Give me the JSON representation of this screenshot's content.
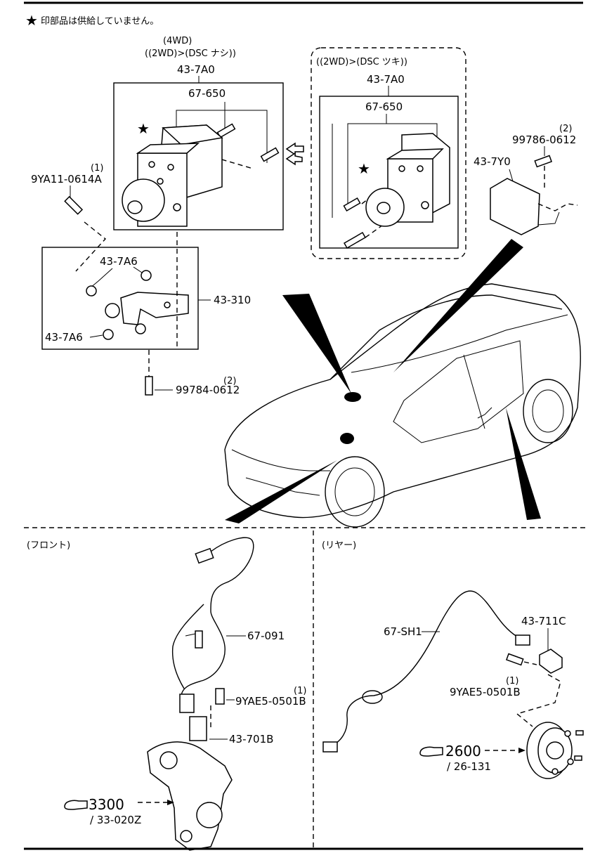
{
  "note": {
    "star": "★",
    "text": "印部品は供給していません。"
  },
  "abs_4wd": {
    "variant_1": "(4WD)",
    "variant_2": "((2WD)>(DSC ナシ))",
    "unit_part": "43-7A0",
    "stud_part": "67-650"
  },
  "abs_2wd_dsc": {
    "variant": "((2WD)>(DSC ツキ))",
    "unit_part": "43-7A0",
    "stud_part": "67-650"
  },
  "bolt_left": {
    "qty": "(1)",
    "part": "9YA11-0614A"
  },
  "bracket": {
    "grommet_top": "43-7A6",
    "grommet_bottom": "43-7A6",
    "bracket_part": "43-310",
    "bolt_qty": "(2)",
    "bolt_part": "99784-0612"
  },
  "yaw_sensor": {
    "part": "43-7Y0",
    "bolt_qty": "(2)",
    "bolt_part": "99786-0612"
  },
  "front": {
    "title": "(フロント)",
    "sensor_part": "67-091",
    "bolt_qty": "(1)",
    "bolt_part": "9YAE5-0501B",
    "bracket_part": "43-701B",
    "ref_num": "3300",
    "ref_sub": "/ 33-020Z"
  },
  "rear": {
    "title": "(リヤー)",
    "harness_part": "67-SH1",
    "sensor_part": "43-711C",
    "bolt_qty": "(1)",
    "bolt_part": "9YAE5-0501B",
    "ref_num": "2600",
    "ref_sub": "/ 26-131"
  },
  "icons": [
    "star-icon",
    "pointing-hand-icon",
    "double-arrow-icon"
  ]
}
